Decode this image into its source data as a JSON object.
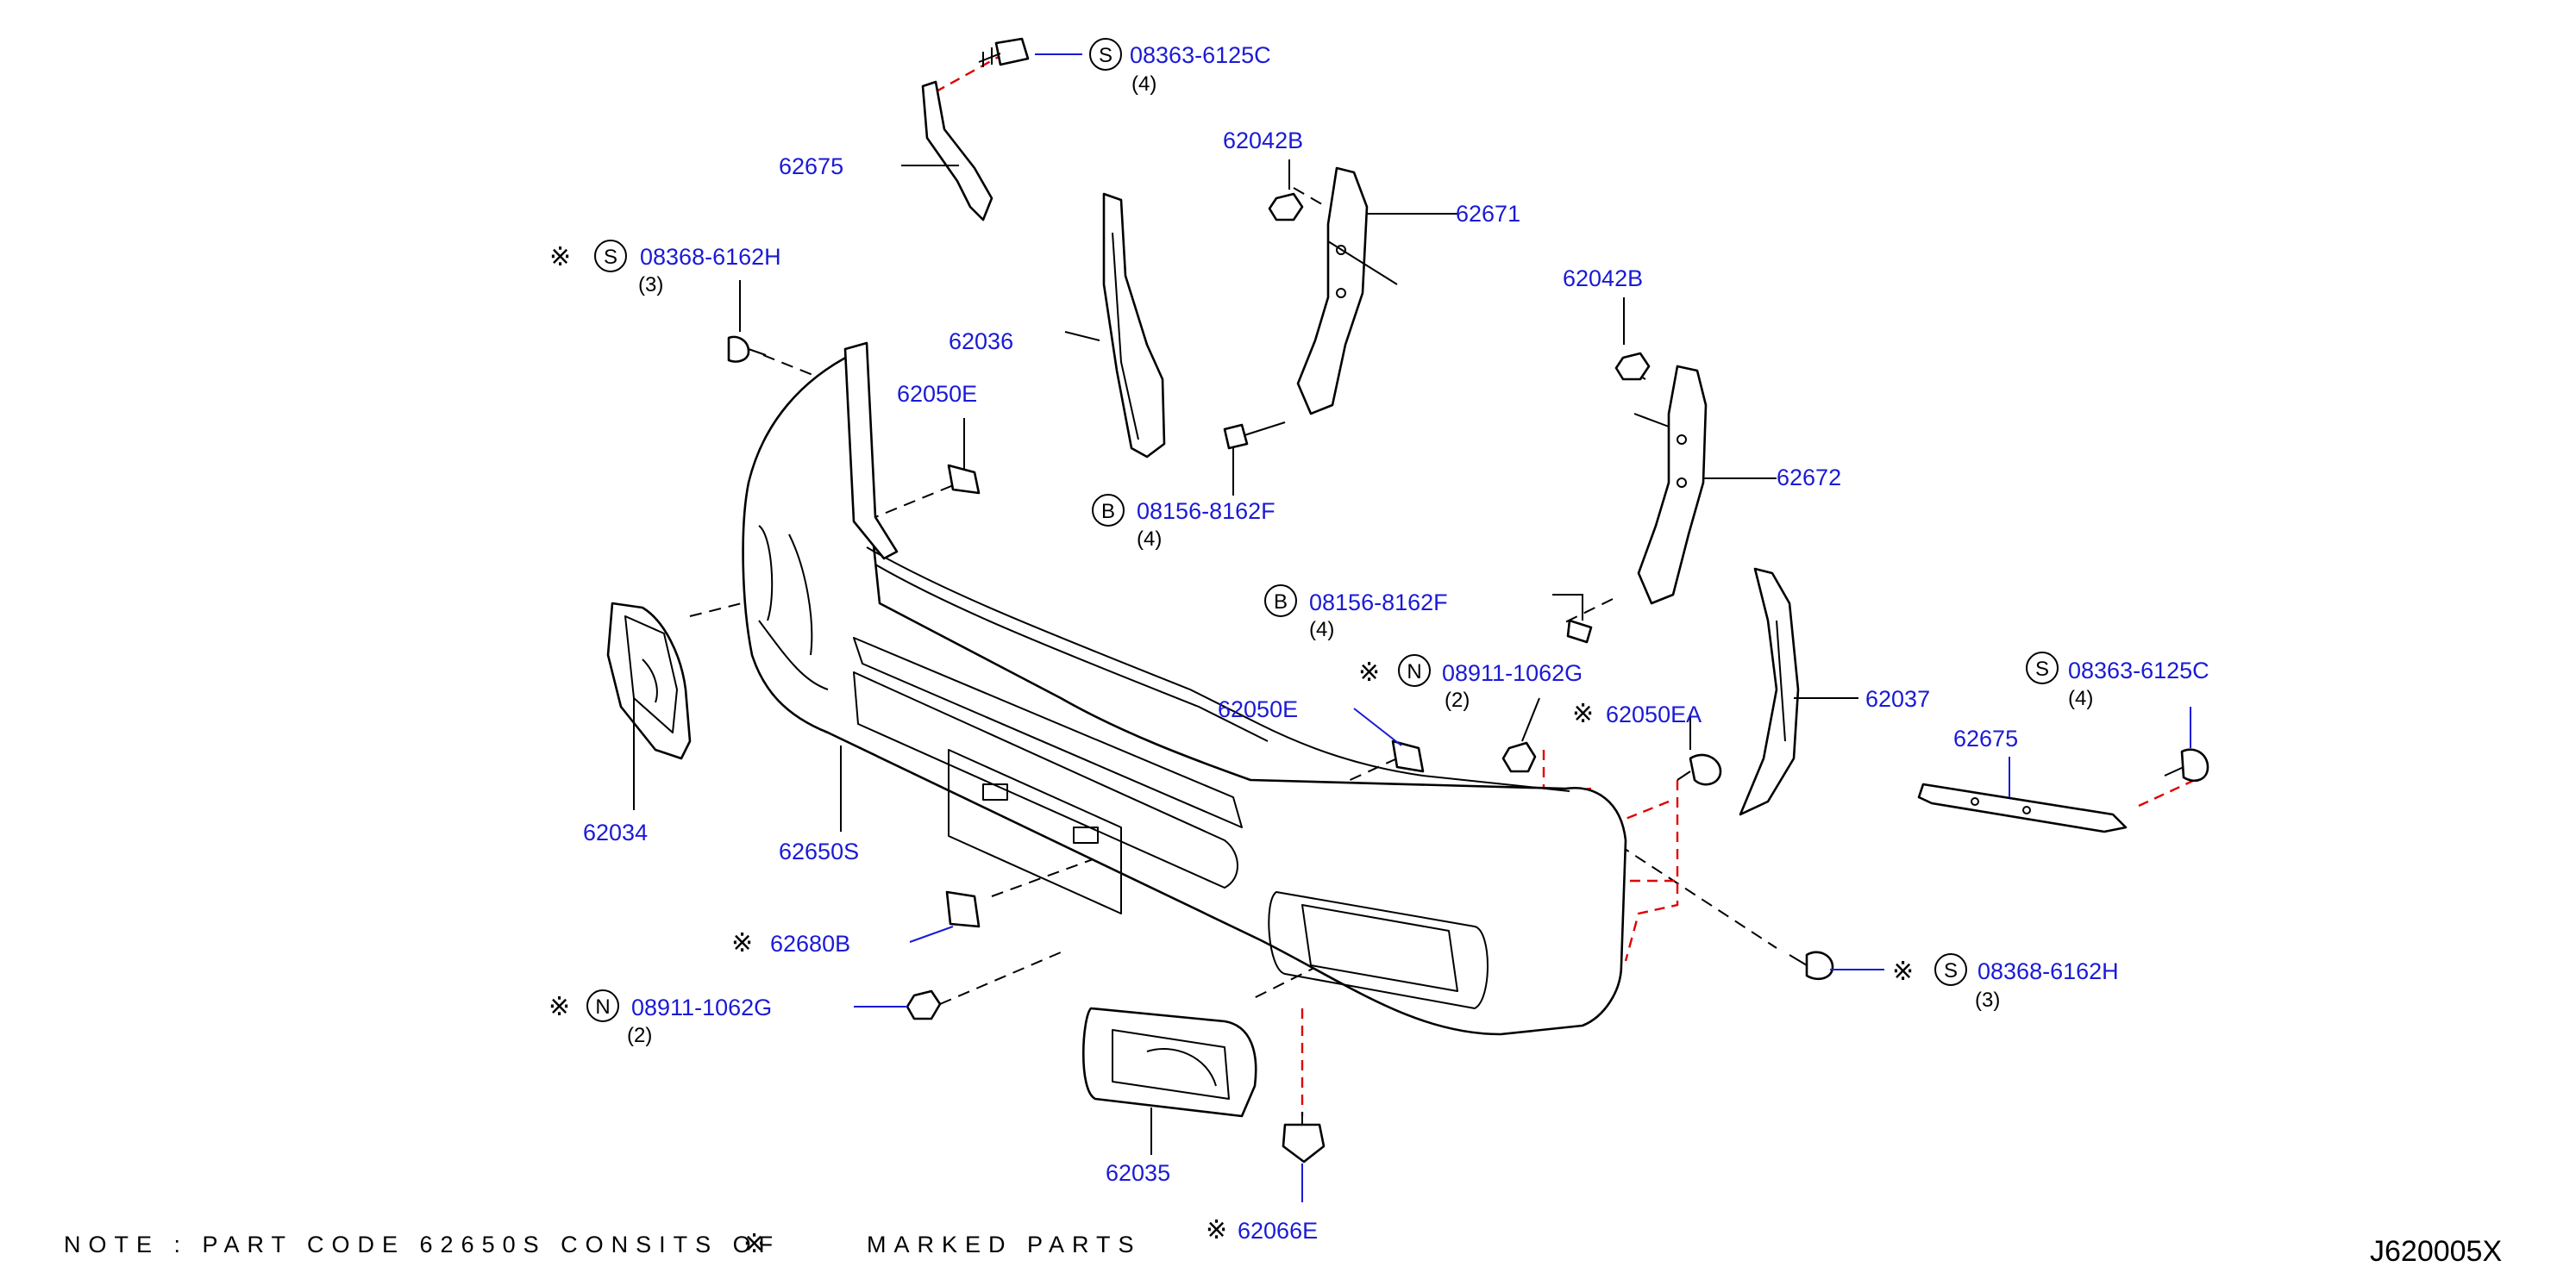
{
  "diagram_code": "J620005X",
  "note": {
    "prefix": "NOTE : PART CODE 62650S CONSITS OF",
    "mark": "※",
    "suffix": "MARKED PARTS"
  },
  "labels": {
    "screw_top": {
      "circle": "S",
      "code": "08363-6125C",
      "qty": "(4)"
    },
    "bracket_left_upper": {
      "code": "62675"
    },
    "screw_left": {
      "mark": "※",
      "circle": "S",
      "code": "08368-6162H",
      "qty": "(3)"
    },
    "nut_upper_1": {
      "code": "62042B"
    },
    "stay_right_1": {
      "code": "62671"
    },
    "retainer_left": {
      "code": "62036"
    },
    "clip_upper": {
      "code": "62050E"
    },
    "nut_upper_2": {
      "code": "62042B"
    },
    "bolt_upper": {
      "circle": "B",
      "code": "08156-8162F",
      "qty": "(4)"
    },
    "stay_right_2": {
      "code": "62672"
    },
    "bolt_mid": {
      "circle": "B",
      "code": "08156-8162F",
      "qty": "(4)"
    },
    "nut_mid": {
      "mark": "※",
      "circle": "N",
      "code": "08911-1062G",
      "qty": "(2)"
    },
    "clip_mid": {
      "code": "62050E"
    },
    "clip_right": {
      "mark": "※",
      "code": "62050EA"
    },
    "retainer_right": {
      "code": "62037"
    },
    "screw_right_top": {
      "circle": "S",
      "code": "08363-6125C",
      "qty": "(4)"
    },
    "bracket_right": {
      "code": "62675"
    },
    "grille_left": {
      "code": "62034"
    },
    "bumper_fascia": {
      "code": "62650S"
    },
    "spacer": {
      "mark": "※",
      "code": "62680B"
    },
    "nut_lower": {
      "mark": "※",
      "circle": "N",
      "code": "08911-1062G",
      "qty": "(2)"
    },
    "screw_right_lower": {
      "mark": "※",
      "circle": "S",
      "code": "08368-6162H",
      "qty": "(3)"
    },
    "fog_cover": {
      "code": "62035"
    },
    "clip_lower": {
      "mark": "※",
      "code": "62066E"
    }
  }
}
